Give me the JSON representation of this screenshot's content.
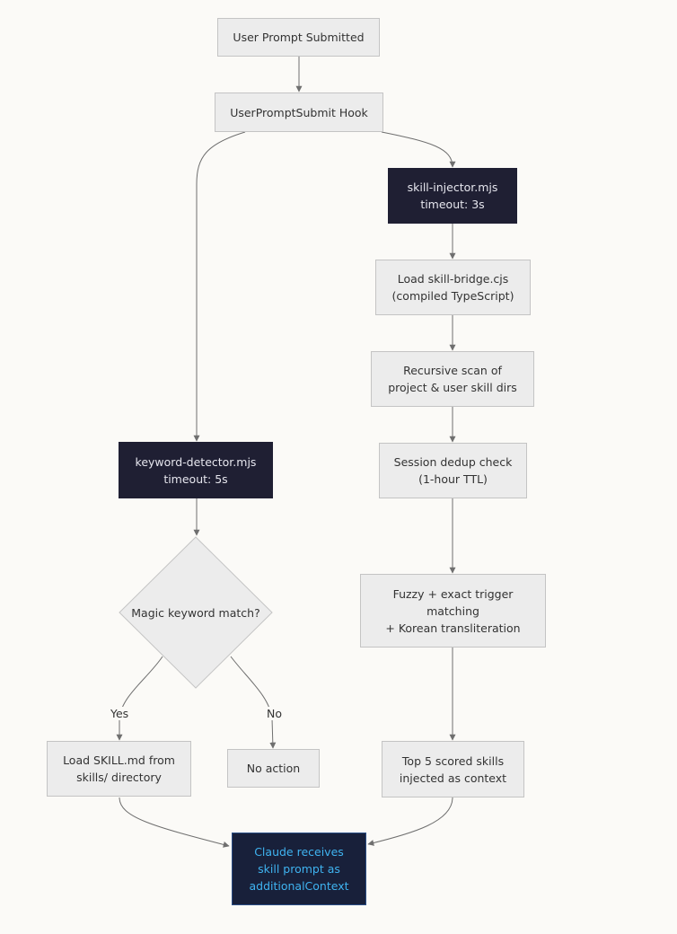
{
  "nodes": {
    "user_prompt": [
      "User Prompt Submitted"
    ],
    "hook": [
      "UserPromptSubmit Hook"
    ],
    "skill_injector": [
      "skill-injector.mjs",
      "timeout: 3s"
    ],
    "load_bridge": [
      "Load skill-bridge.cjs",
      "(compiled TypeScript)"
    ],
    "recursive_scan": [
      "Recursive scan of",
      "project & user skill dirs"
    ],
    "dedup": [
      "Session dedup check",
      "(1-hour TTL)"
    ],
    "fuzzy": [
      "Fuzzy + exact trigger",
      "matching",
      "+ Korean transliteration"
    ],
    "top5": [
      "Top 5 scored skills",
      "injected as context"
    ],
    "keyword_detector": [
      "keyword-detector.mjs",
      "timeout: 5s"
    ],
    "magic_keyword": [
      "Magic keyword match?"
    ],
    "load_skill_md": [
      "Load SKILL.md from",
      "skills/ directory"
    ],
    "no_action": [
      "No action"
    ],
    "claude": [
      "Claude receives",
      "skill prompt as",
      "additionalContext"
    ]
  },
  "edge_labels": {
    "yes": "Yes",
    "no": "No"
  },
  "colors": {
    "node_fill": "#ececec",
    "dark_node_fill": "#1f1f33",
    "final_node_fill": "#18203a",
    "final_text": "#3fb3f0",
    "edge": "#6f6f6f"
  }
}
